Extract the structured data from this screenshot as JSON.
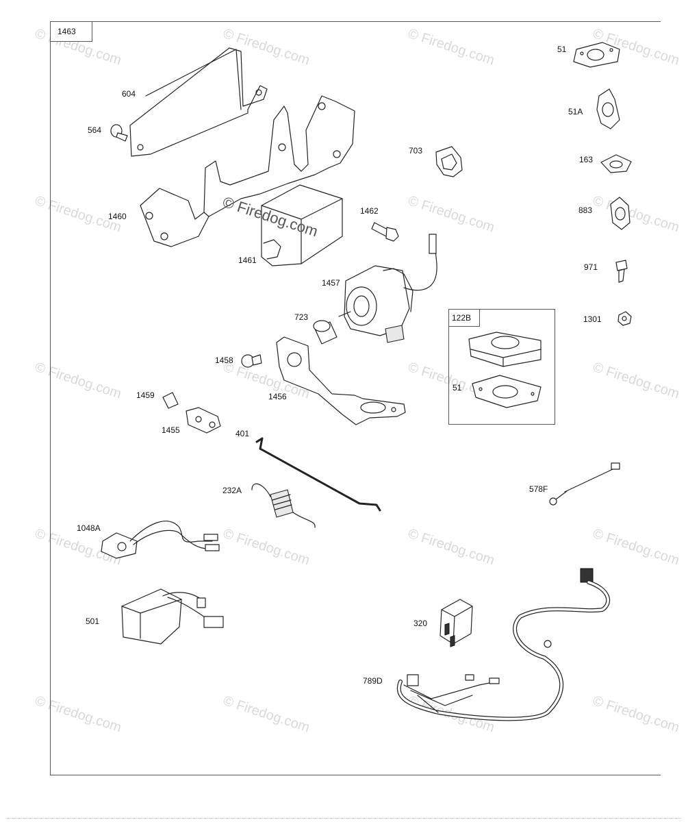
{
  "diagram": {
    "frame_label": "1463",
    "inset_label": "122B",
    "parts": [
      {
        "key": "604",
        "label": "604"
      },
      {
        "key": "564",
        "label": "564"
      },
      {
        "key": "1460",
        "label": "1460"
      },
      {
        "key": "1461",
        "label": "1461"
      },
      {
        "key": "1462",
        "label": "1462"
      },
      {
        "key": "703",
        "label": "703"
      },
      {
        "key": "1457",
        "label": "1457"
      },
      {
        "key": "723",
        "label": "723"
      },
      {
        "key": "1458",
        "label": "1458"
      },
      {
        "key": "1456",
        "label": "1456"
      },
      {
        "key": "1459",
        "label": "1459"
      },
      {
        "key": "1455",
        "label": "1455"
      },
      {
        "key": "401",
        "label": "401"
      },
      {
        "key": "232A",
        "label": "232A"
      },
      {
        "key": "1048A",
        "label": "1048A"
      },
      {
        "key": "501",
        "label": "501"
      },
      {
        "key": "51",
        "label": "51"
      },
      {
        "key": "51A",
        "label": "51A"
      },
      {
        "key": "163",
        "label": "163"
      },
      {
        "key": "883",
        "label": "883"
      },
      {
        "key": "971",
        "label": "971"
      },
      {
        "key": "1301",
        "label": "1301"
      },
      {
        "key": "51-inset",
        "label": "51"
      },
      {
        "key": "578F",
        "label": "578F"
      },
      {
        "key": "320",
        "label": "320"
      },
      {
        "key": "789D",
        "label": "789D"
      }
    ],
    "watermark_text": "© Firedog.com",
    "center_watermark_text": "© Firedog.com"
  }
}
